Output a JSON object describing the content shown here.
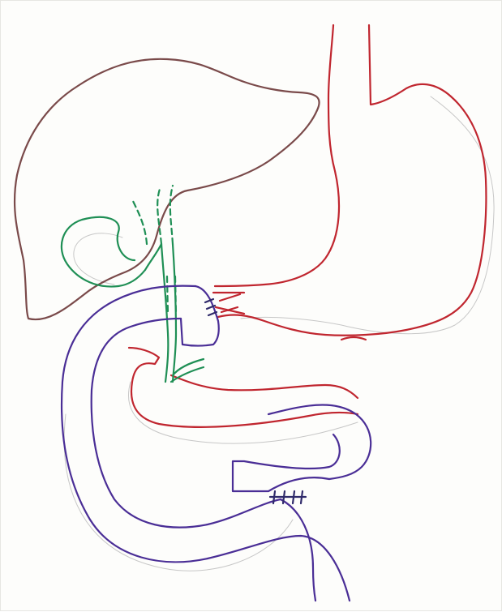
{
  "diagram": {
    "structures": [
      {
        "id": "liver",
        "color": "#7a4a4a"
      },
      {
        "id": "stomach",
        "color": "#c0262f"
      },
      {
        "id": "biliary",
        "color": "#1f8f55"
      },
      {
        "id": "jejunal-limb",
        "color": "#4a2e96"
      },
      {
        "id": "sutures",
        "color": "#2f2a6a"
      },
      {
        "id": "pencil-guide",
        "color": "#bdbdbd"
      }
    ]
  }
}
